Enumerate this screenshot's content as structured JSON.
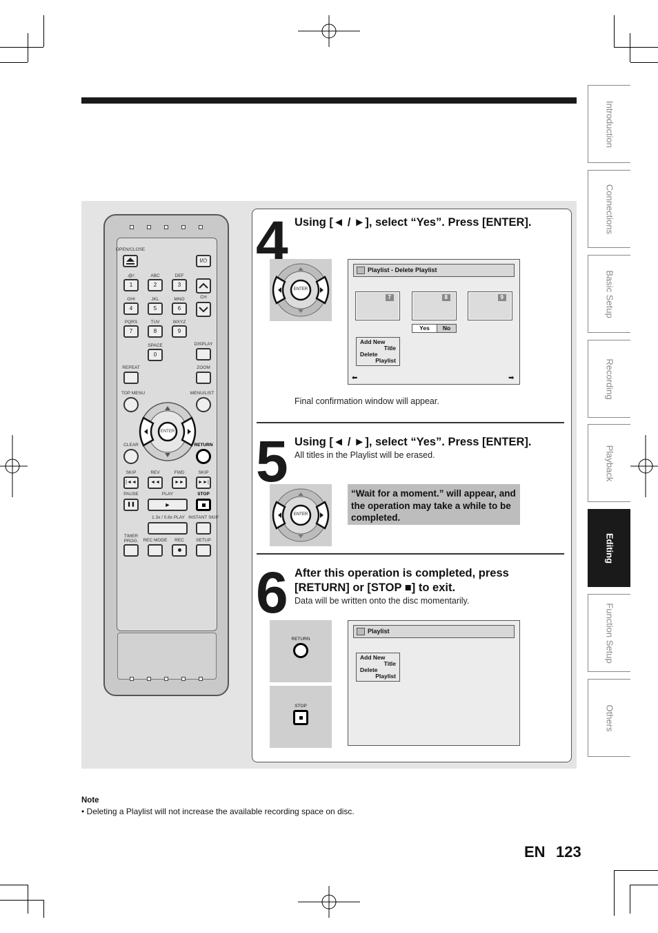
{
  "tabs": [
    {
      "label": "Introduction",
      "active": false
    },
    {
      "label": "Connections",
      "active": false
    },
    {
      "label": "Basic Setup",
      "active": false
    },
    {
      "label": "Recording",
      "active": false
    },
    {
      "label": "Playback",
      "active": false
    },
    {
      "label": "Editing",
      "active": true
    },
    {
      "label": "Function Setup",
      "active": false
    },
    {
      "label": "Others",
      "active": false
    }
  ],
  "steps": [
    {
      "number": "4",
      "heading": "Using [◄ / ►], select “Yes”. Press [ENTER].",
      "caption": "Final confirmation window will appear.",
      "screen": {
        "title": "Playlist - Delete Playlist",
        "thumbs": [
          "7",
          "8",
          "9"
        ],
        "yes": "Yes",
        "no": "No",
        "menu": [
          "Add New",
          "Title",
          "Delete",
          "Playlist"
        ],
        "left_arrow": "⬅",
        "right_arrow": "➡"
      }
    },
    {
      "number": "5",
      "heading": "Using [◄ / ►], select “Yes”. Press [ENTER].",
      "sub": "All titles in the Playlist will be erased.",
      "note": "“Wait for a moment.” will appear, and the operation may take a while to be completed."
    },
    {
      "number": "6",
      "heading_line1": "After this operation is completed, press",
      "heading_line2": "[RETURN] or [STOP ■] to exit.",
      "sub": "Data will be written onto the disc momentarily.",
      "screen": {
        "title": "Playlist",
        "menu": [
          "Add New",
          "Title",
          "Delete",
          "Playlist"
        ]
      },
      "return_label": "RETURN",
      "stop_label": "STOP"
    }
  ],
  "enter_label": "ENTER",
  "remote": {
    "open_close": "OPEN/CLOSE",
    "power": "I/⏻",
    "key_labels": [
      ".@/:",
      "ABC",
      "DEF",
      "GHI",
      "JKL",
      "MNO",
      "PQRS",
      "TUV",
      "WXYZ"
    ],
    "keys": [
      "1",
      "2",
      "3",
      "4",
      "5",
      "6",
      "7",
      "8",
      "9",
      "0"
    ],
    "ch": "CH",
    "space": "SPACE",
    "display": "DISPLAY",
    "repeat": "REPEAT",
    "zoom": "ZOOM",
    "top_menu": "TOP MENU",
    "menu_list": "MENU/LIST",
    "clear": "CLEAR",
    "return": "RETURN",
    "skip": "SKIP",
    "rev": "REV",
    "fwd": "FWD",
    "pause": "PAUSE",
    "play": "PLAY",
    "stop": "STOP",
    "speed_play": "1.3x / 0.8x PLAY",
    "instant_skip": "INSTANT SKIP",
    "timer_prog": "TIMER PROG.",
    "rec_mode": "REC MODE",
    "rec": "REC",
    "setup": "SETUP"
  },
  "note": {
    "heading": "Note",
    "text": "• Deleting a Playlist will not increase the available recording space on disc."
  },
  "page": {
    "lang": "EN",
    "number": "123"
  }
}
